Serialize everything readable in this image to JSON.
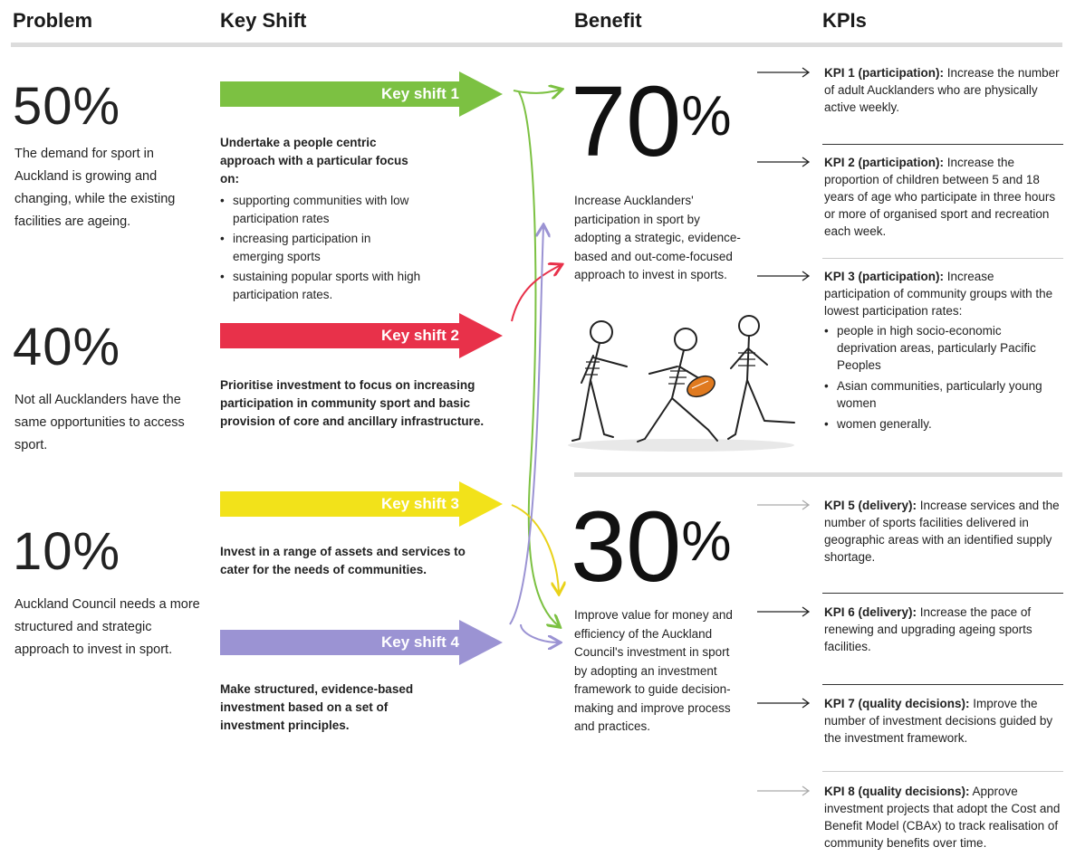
{
  "headers": {
    "problem": "Problem",
    "key_shift": "Key Shift",
    "benefit": "Benefit",
    "kpis": "KPIs"
  },
  "problems": [
    {
      "pct": "50%",
      "text": "The demand for sport in Auckland is growing and changing, while the existing facilities are ageing."
    },
    {
      "pct": "40%",
      "text": "Not all Aucklanders have the same opportunities to access sport."
    },
    {
      "pct": "10%",
      "text": "Auckland Council needs a more structured and strategic approach to invest in sport."
    }
  ],
  "shifts": [
    {
      "label": "Key shift 1",
      "color": "#7cc142",
      "intro": "Undertake a people centric approach with a particular focus on:",
      "bullets": [
        "supporting communities with low participation rates",
        "increasing participation in emerging sports",
        "sustaining popular sports with high participation rates."
      ]
    },
    {
      "label": "Key shift 2",
      "color": "#e8314a",
      "intro": "Prioritise investment to focus on increasing participation in community sport and basic provision of core and ancillary infrastructure."
    },
    {
      "label": "Key shift 3",
      "color": "#f2e21a",
      "intro": "Invest in a range of assets and services to cater for the needs of communities."
    },
    {
      "label": "Key shift 4",
      "color": "#9b93d3",
      "intro": "Make structured, evidence-based investment based on a set of investment principles."
    }
  ],
  "benefits": [
    {
      "num": "70",
      "sup": "%",
      "text": "Increase Aucklanders' participation in sport by adopting a strategic, evidence-based and out-come-focused approach to invest in sports."
    },
    {
      "num": "30",
      "sup": "%",
      "text": "Improve value for money and efficiency of the Auckland Council's investment in sport by adopting an investment framework to guide decision-making and improve process and practices."
    }
  ],
  "kpis": [
    {
      "label": "KPI 1 (participation):",
      "text": " Increase the number of adult Aucklanders who are physically active weekly."
    },
    {
      "label": "KPI 2 (participation):",
      "text": " Increase the proportion of children between 5 and 18 years of age who participate in three hours or more of organised sport and recreation each week."
    },
    {
      "label": "KPI 3 (participation):",
      "text": " Increase participation of community groups with the lowest participation rates:",
      "bullets": [
        "people in high socio-economic deprivation areas, particularly Pacific Peoples",
        "Asian communities, particularly young women",
        "women generally."
      ]
    },
    {
      "label": "KPI 5 (delivery):",
      "text": " Increase services and the number of sports facilities delivered in geographic areas with an identified supply shortage."
    },
    {
      "label": "KPI 6 (delivery):",
      "text": " Increase the pace of renewing and upgrading ageing sports facilities."
    },
    {
      "label": "KPI 7 (quality decisions):",
      "text": " Improve the number of investment decisions guided by the investment framework."
    },
    {
      "label": "KPI 8 (quality decisions):",
      "text": " Approve investment projects that adopt the Cost and Benefit Model (CBAx) to track realisation of community benefits over time."
    }
  ],
  "illustration": {
    "subject": "children-playing-rugby"
  }
}
